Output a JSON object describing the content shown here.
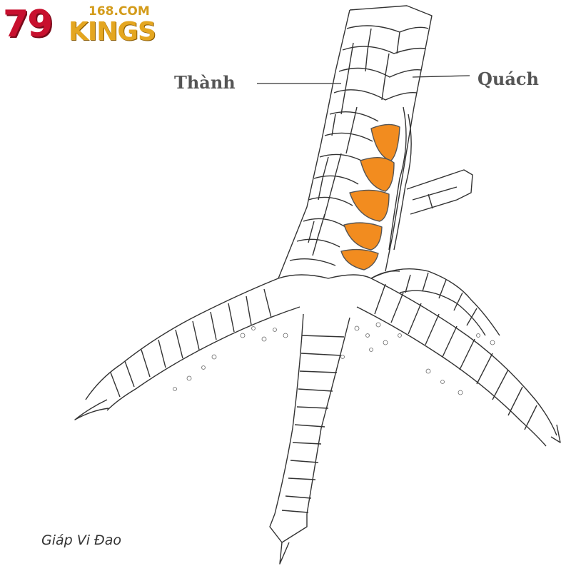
{
  "logo": {
    "number": "79",
    "domain": "168.COM",
    "brand": "KINGS",
    "colors": {
      "number": "#c8102e",
      "brand": "#e4a620"
    }
  },
  "labels": {
    "left": "Thành",
    "right": "Quách"
  },
  "caption": "Giáp Vi Đao",
  "colors": {
    "highlight_scales": "#f28c1f",
    "outline": "#333333"
  }
}
